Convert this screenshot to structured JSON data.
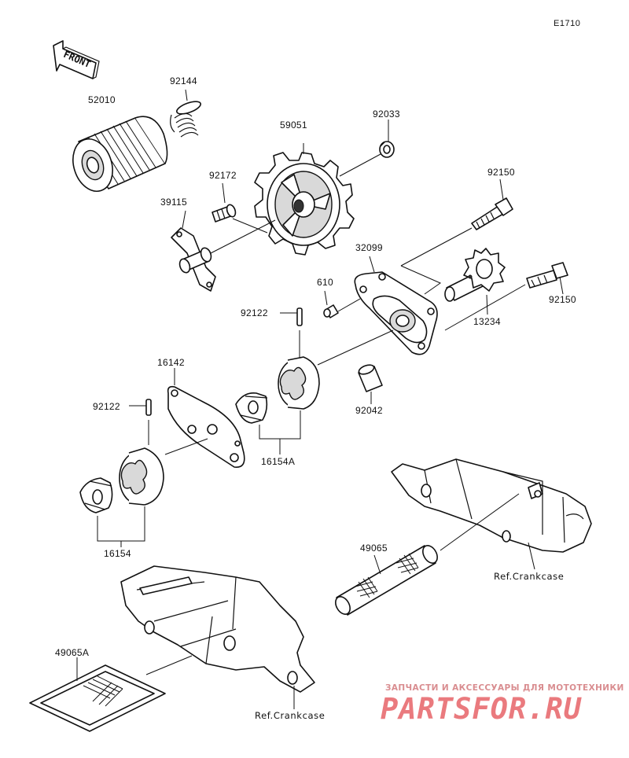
{
  "diagram_code": "E1710",
  "front_label": "FRONT",
  "parts": {
    "p52010": "52010",
    "p92144": "92144",
    "p59051": "59051",
    "p92033": "92033",
    "p92172": "92172",
    "p39115": "39115",
    "p92150_top": "92150",
    "p32099": "32099",
    "p610": "610",
    "p92122_top": "92122",
    "p92150_right": "92150",
    "p13234": "13234",
    "p16142": "16142",
    "p92122_left": "92122",
    "p92042": "92042",
    "p16154A": "16154A",
    "p16154": "16154",
    "p49065": "49065",
    "p49065A": "49065A"
  },
  "references": {
    "crankcase_right": "Ref.Crankcase",
    "crankcase_bottom": "Ref.Crankcase"
  },
  "watermark": {
    "tagline": "ЗАПЧАСТИ И АКСЕССУАРЫ ДЛЯ МОТОТЕХНИКИ",
    "brand": "PARTSFOR.RU"
  },
  "colors": {
    "line": "#111111",
    "background": "#ffffff",
    "watermark": "#ea7a7e"
  }
}
